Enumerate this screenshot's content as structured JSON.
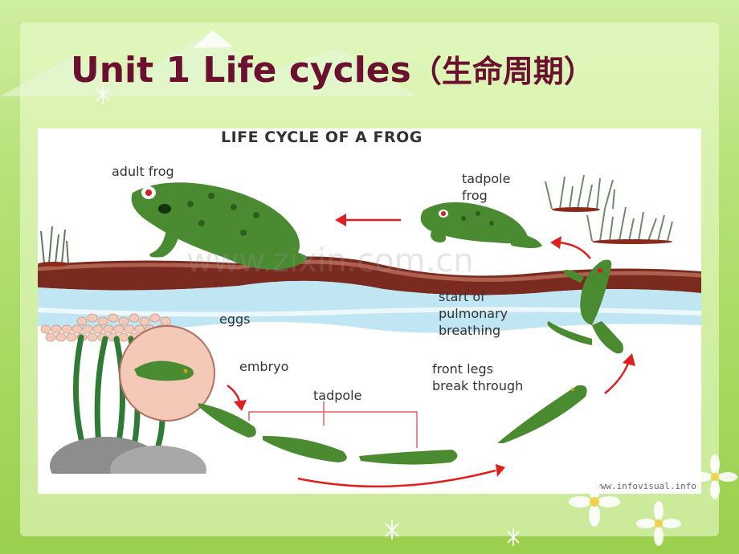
{
  "slide": {
    "title_en": "Unit 1  Life cycles",
    "title_cn": "（生命周期）"
  },
  "diagram": {
    "heading": "LIFE CYCLE OF A FROG",
    "labels": {
      "adult_frog": "adult frog",
      "tadpole_frog": "tadpole\nfrog",
      "start_of_pulmonary_breathing": "start of\npulmonary\nbreathing",
      "eggs": "eggs",
      "embryo": "embryo",
      "tadpole": "tadpole",
      "front_legs_break_through": "front legs\nbreak through"
    },
    "watermark": "www.zixin.com.cn",
    "credit": "www.infovisual.info"
  },
  "colors": {
    "title": "#6b1030",
    "frog_green": "#3f8a2a",
    "arrow_red": "#e02020",
    "mud": "#7a2a1e",
    "water": "#bfe6f2"
  }
}
